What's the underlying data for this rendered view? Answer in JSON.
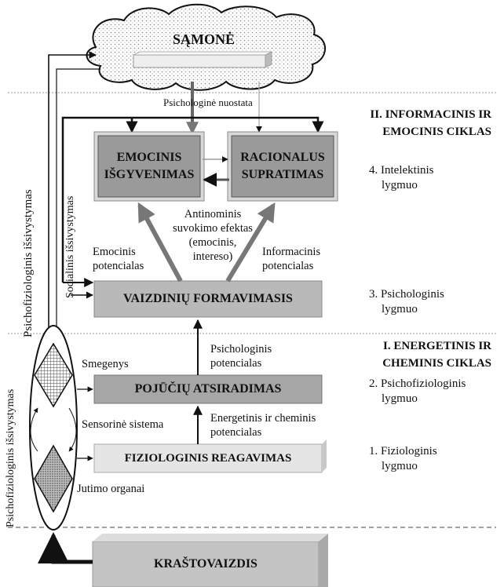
{
  "cloud": {
    "title": "SĄMONĖ"
  },
  "arrow_labels": {
    "nuostata": "Psichologinė nuostata",
    "antinominis": [
      "Antinominis",
      "suvokimo efektas",
      "(emocinis,",
      "intereso)"
    ],
    "emocinis_potencialas": [
      "Emocinis",
      "potencialas"
    ],
    "informacinis_potencialas": [
      "Informacinis",
      "potencialas"
    ],
    "psichologinis_potencialas": [
      "Psichologinis",
      "potencialas"
    ],
    "energetinis_potencialas": [
      "Energetinis ir cheminis",
      "potencialas"
    ]
  },
  "boxes": {
    "emocinis": [
      "EMOCINIS",
      "IŠGYVENIMAS"
    ],
    "racionalus": [
      "RACIONALUS",
      "SUPRATIMAS"
    ],
    "vaizdiniu": "VAIZDINIŲ FORMAVIMASIS",
    "pojuciu": "POJŪČIŲ ATSIRADIMAS",
    "fiziologinis": "FIZIOLOGINIS REAGAVIMAS",
    "krastovaizdis": "KRAŠTOVAIZDIS"
  },
  "sections": {
    "section_2": [
      "II. INFORMACINIS IR",
      "EMOCINIS CIKLAS"
    ],
    "section_1": [
      "I. ENERGETINIS IR",
      "CHEMINIS CIKLAS"
    ]
  },
  "levels": {
    "level_4": [
      "4. Intelektinis",
      "lygmuo"
    ],
    "level_3": [
      "3. Psichologinis",
      "lygmuo"
    ],
    "level_2": [
      "2. Psichofiziologinis",
      "lygmuo"
    ],
    "level_1": [
      "1. Fiziologinis",
      "lygmuo"
    ]
  },
  "side_labels": {
    "psichofiziologinis_top": "Psichofiziologinis išsivystymas",
    "socialinis": "Socialinis išsivystymas",
    "psichofiziologinis_bottom": "Psichofiziologinis išsivystymas"
  },
  "organs": {
    "smegenys": "Smegenys",
    "sensorine": "Sensorinė sistema",
    "jutimo": "Jutimo organai"
  }
}
